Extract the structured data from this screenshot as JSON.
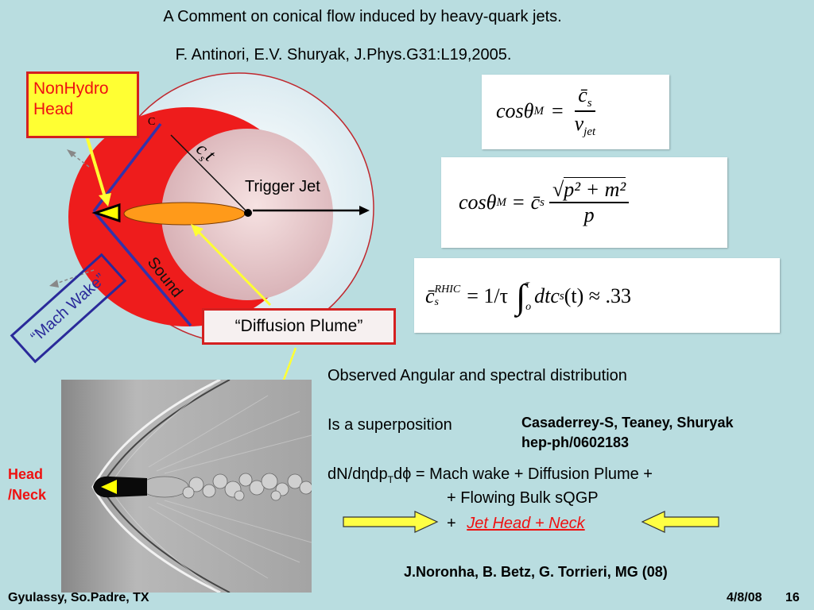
{
  "slide": {
    "title_line1": "A Comment on conical flow induced by heavy-quark jets.",
    "title_line2": "F. Antinori, E.V. Shuryak, J.Phys.G31:L19,2005."
  },
  "diagram": {
    "nonhydro_label_1": "NonHydro",
    "nonhydro_label_2": "Head",
    "corner_c": "C",
    "cst_c": "c",
    "cst_s": "s",
    "cst_t": "t",
    "trigger_jet": "Trigger Jet",
    "sound": "Sound",
    "mach_wake": "“Mach Wake”",
    "diffusion_plume": "“Diffusion Plume”"
  },
  "equations": {
    "eq1_lhs": "cosθ",
    "eq1_lhs_sub": "M",
    "eq1_num": "c̄",
    "eq1_num_sub": "s",
    "eq1_den": "v",
    "eq1_den_sub": "jet",
    "eq2_lhs": "cosθ",
    "eq2_lhs_sub": "M",
    "eq2_coef": "c̄",
    "eq2_coef_sub": "s",
    "eq2_num": "p² + m²",
    "eq2_den": "p",
    "eq3_lhs": "c̄",
    "eq3_sup": "RHIC",
    "eq3_sub": "s",
    "eq3_rhs_a": "= 1/τ",
    "eq3_int_top": "τ",
    "eq3_int_bot": "o",
    "eq3_rhs_b": "dtc",
    "eq3_rhs_b_sub": "s",
    "eq3_rhs_c": "(t) ≈ .33"
  },
  "photo": {
    "head_neck_1": "Head",
    "head_neck_2": "/Neck"
  },
  "text": {
    "observed": "Observed Angular and spectral distribution",
    "superposition": "Is a superposition",
    "ref1_line1": "Casaderrey-S, Teaney, Shuryak",
    "ref1_line2": "hep-ph/0602183",
    "formula_prefix": "dN/dηdp",
    "formula_sub": "T",
    "formula_suffix": "dϕ = Mach wake + Diffusion Plume +",
    "formula_line2": "+ Flowing Bulk sQGP",
    "formula_line3_plus": "+",
    "formula_line3_red": "Jet Head + Neck",
    "ref2": "J.Noronha, B. Betz, G. Torrieri, MG (08)"
  },
  "footer": {
    "left": "Gyulassy, So.Padre, TX",
    "date": "4/8/08",
    "page": "16"
  },
  "colors": {
    "background": "#b9dde0",
    "red": "#ee1c1c",
    "callout_yellow": "#ffff33",
    "arrow_yellow": "#ffff44",
    "blue": "#3333aa",
    "orange": "#ff9a1a"
  }
}
